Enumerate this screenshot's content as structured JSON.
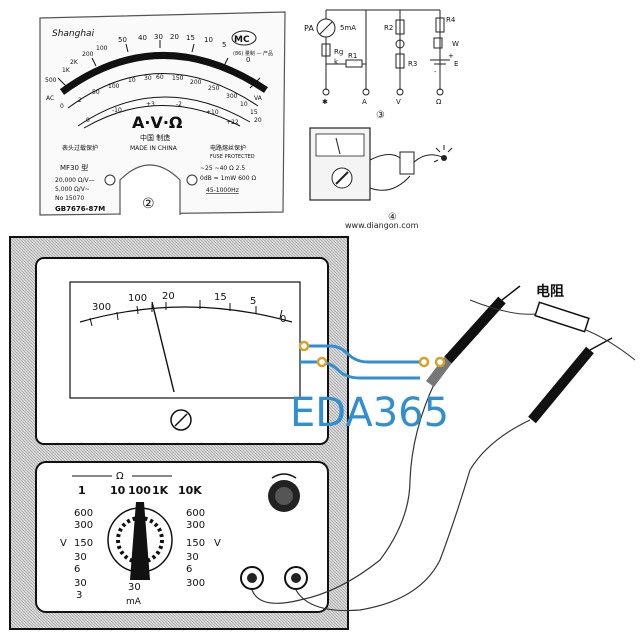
{
  "dial_plate": {
    "brand": "Shanghai",
    "mark": "MC",
    "mark_note": "(86) 量制 — 产品",
    "top_scale": [
      "50",
      "40",
      "30",
      "20",
      "15",
      "10",
      "5",
      "0"
    ],
    "top_scale_left": [
      "500",
      "1K",
      "2K",
      "200",
      "100"
    ],
    "left_scale": [
      "0",
      "2",
      "50",
      "100",
      "10",
      "30",
      "60"
    ],
    "right_scale": [
      "150",
      "200",
      "250",
      "300",
      "10",
      "15",
      "20"
    ],
    "inner_scale": [
      "0",
      "-10",
      "+3",
      "-2",
      "+10",
      "+22"
    ],
    "ac_label": "AC",
    "va_label": "VA",
    "avo": "A·V·Ω",
    "made_cn": "中国  制造",
    "made_en": "MADE IN CHINA",
    "left_note": "表头过载保护",
    "right_note": "电路熔丝保护",
    "right_note_en": "FUSE PROTECTED",
    "model": "MF30 型",
    "spec1": "20,000 Ω/V—",
    "spec2": "5,000 Ω/V~",
    "serial": "No 15070",
    "standard": "GB7676-87M",
    "accuracy": "~25 ~40 Ω 2.5",
    "db_note": "0dB = 1mW 600 Ω",
    "freq": "45-1000Hz",
    "figure_no": "②"
  },
  "circuit3": {
    "pa": "PA",
    "current": "5mA",
    "rg": "Rg",
    "k": "k",
    "r1": "R1",
    "r2": "R2",
    "r3": "R3",
    "r4": "R4",
    "w": "W",
    "e": "E",
    "plus": "+",
    "minus": "-",
    "term_common": "✱",
    "term_a": "A",
    "term_v": "V",
    "term_ohm": "Ω",
    "figure_no": "③"
  },
  "figure4": {
    "figure_no": "④"
  },
  "watermark_site": "www.diangon.com",
  "meter": {
    "scale": [
      "300",
      "100",
      "20",
      "15",
      "5",
      "0"
    ],
    "omega": "Ω",
    "range_top": [
      "1",
      "10",
      "100",
      "1K",
      "10K"
    ],
    "left_v": [
      "600",
      "300",
      "150",
      "30",
      "6",
      "30"
    ],
    "right_v": [
      "600",
      "300",
      "150",
      "30",
      "6",
      "300"
    ],
    "v_left": "V",
    "v_right": "V",
    "bottom_left": "3",
    "bottom_mid": "30",
    "ma": "mA",
    "adjust_icon": "zero-adjust-icon"
  },
  "resistor_label": "电阻",
  "logo": "EDA365",
  "colors": {
    "logo_blue": "#2f8fd0",
    "logo_gold": "#d9a126"
  }
}
